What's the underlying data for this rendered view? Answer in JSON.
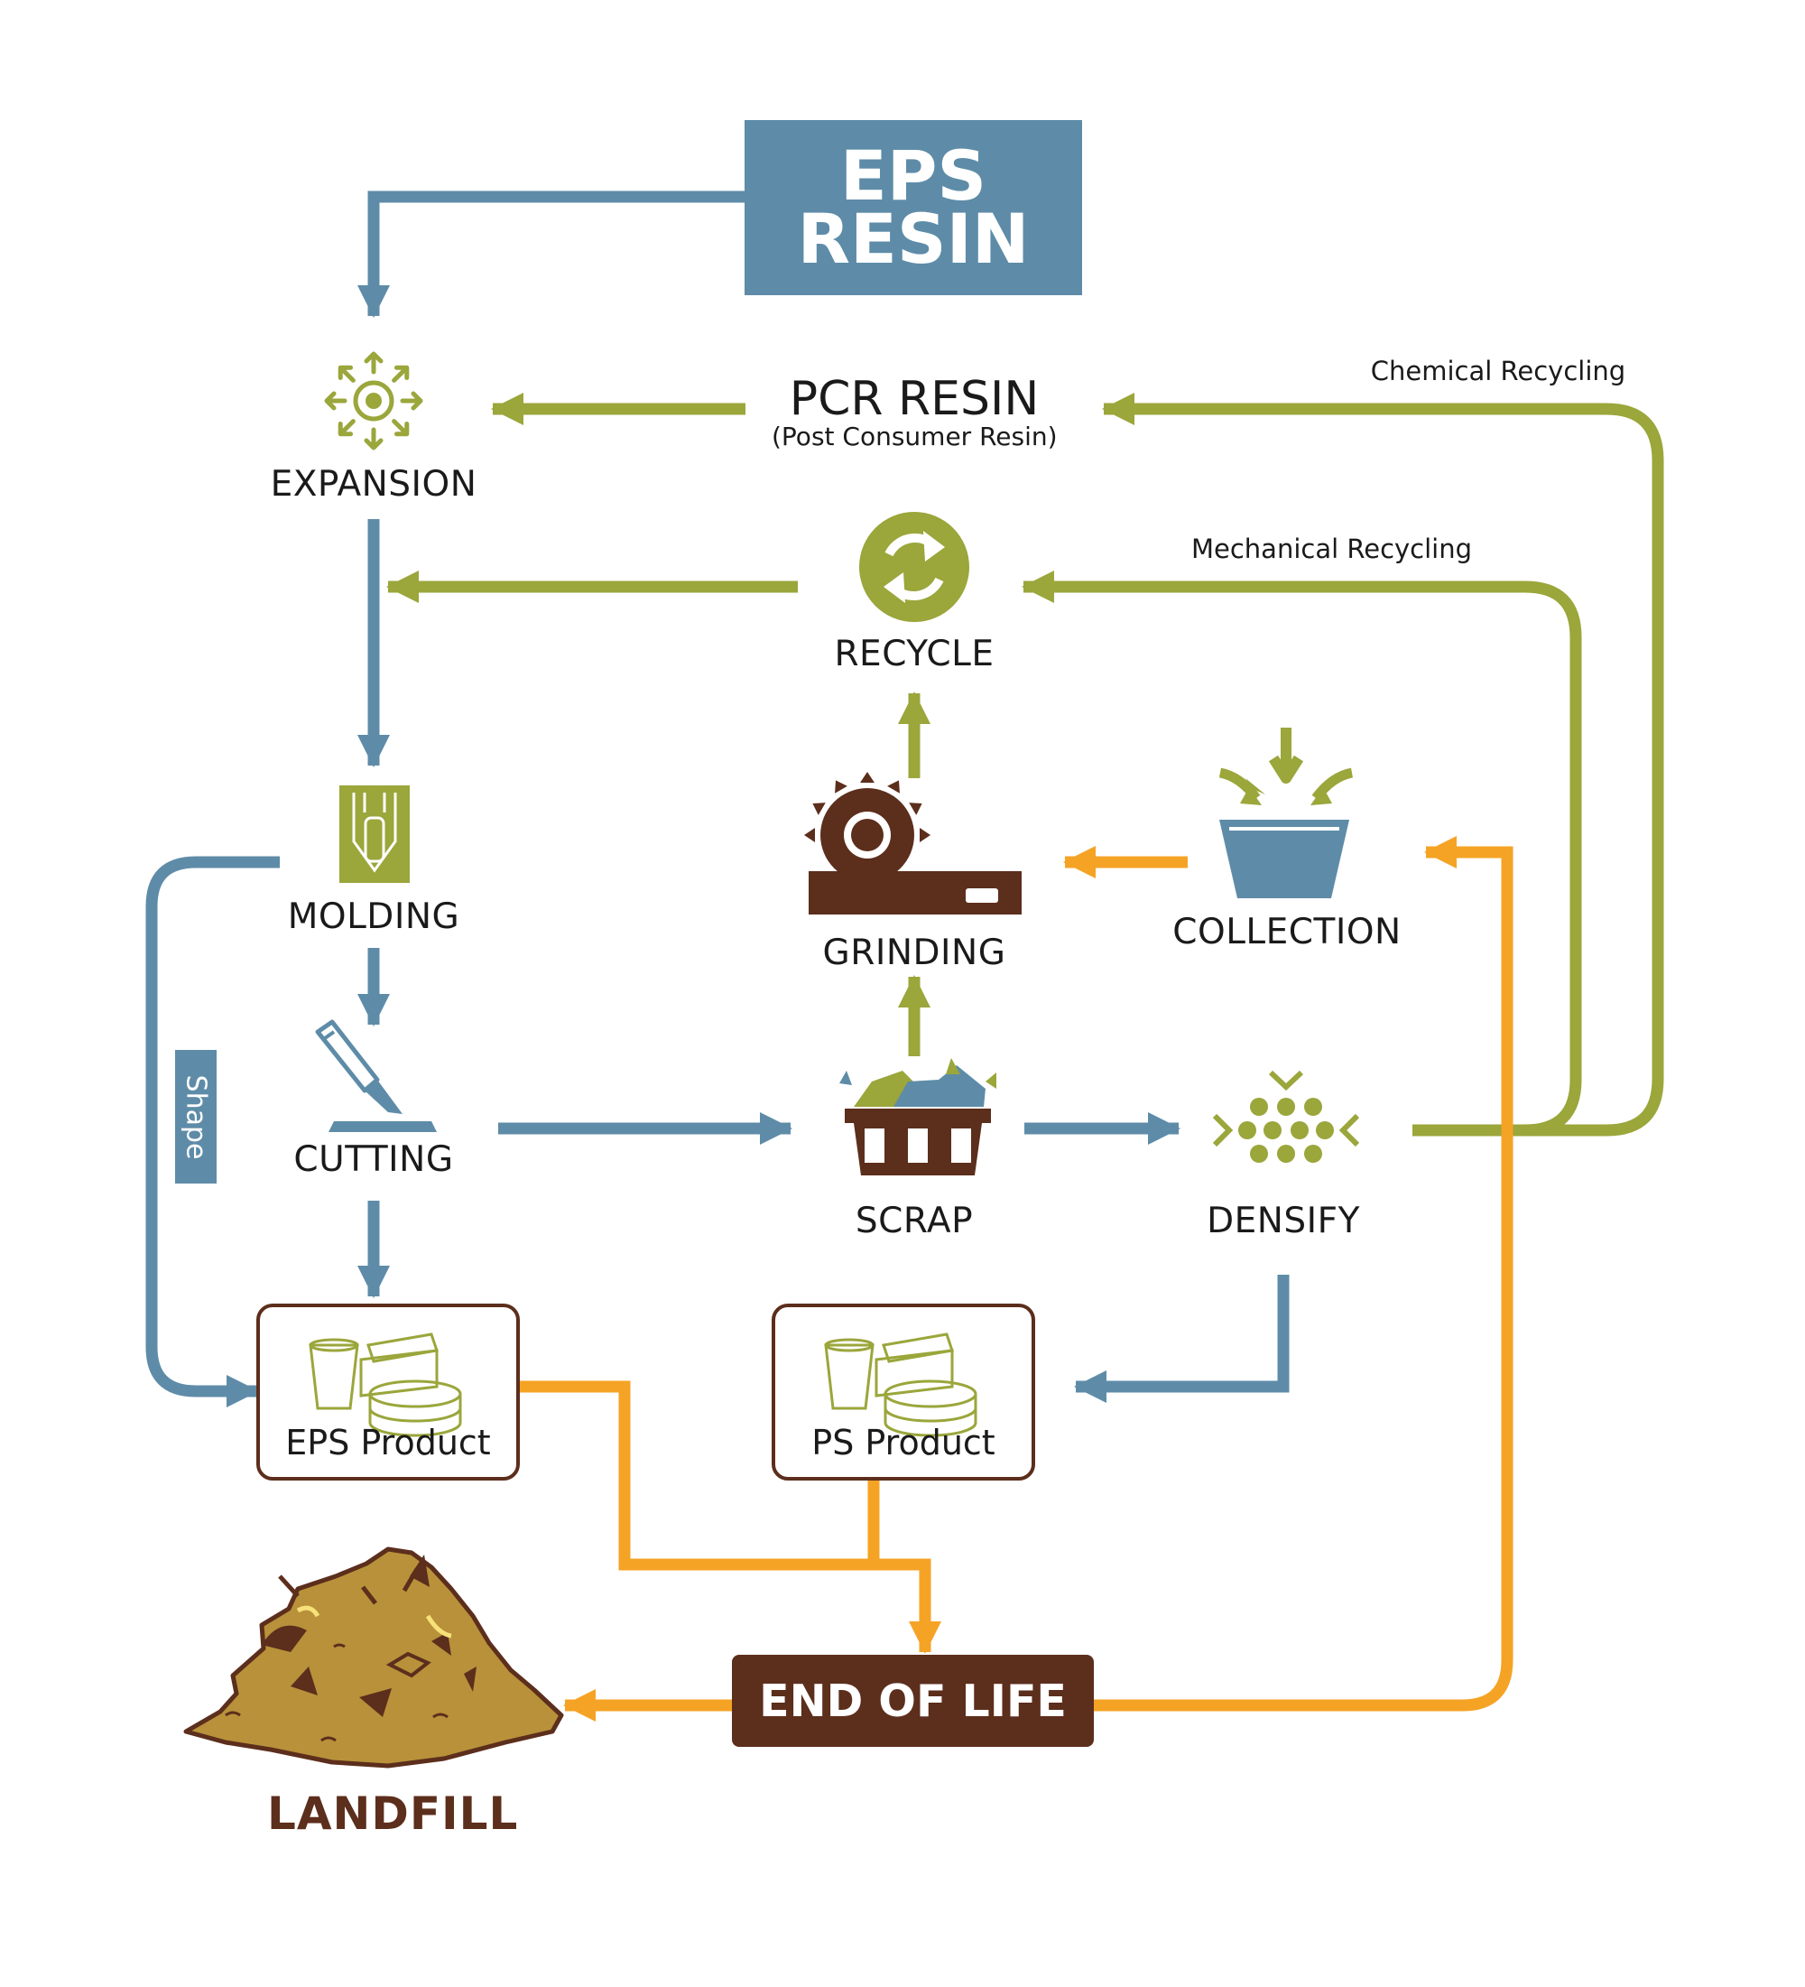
{
  "colors": {
    "blue": "#5e8ca8",
    "green": "#9ba63b",
    "orange": "#f5a325",
    "brown": "#5c2e1c",
    "landfill": "#b8913a"
  },
  "nodes": {
    "eps_resin": {
      "line1": "EPS",
      "line2": "RESIN"
    },
    "pcr_resin": {
      "title": "PCR RESIN",
      "subtitle": "(Post Consumer Resin)"
    },
    "expansion": {
      "label": "EXPANSION",
      "icon": "expansion-icon"
    },
    "recycle": {
      "label": "RECYCLE",
      "icon": "recycle-icon"
    },
    "molding": {
      "label": "MOLDING",
      "icon": "mold-icon"
    },
    "grinding": {
      "label": "GRINDING",
      "icon": "grinder-icon"
    },
    "collection": {
      "label": "COLLECTION",
      "icon": "collection-bin-icon"
    },
    "cutting": {
      "label": "CUTTING",
      "icon": "knife-icon"
    },
    "scrap": {
      "label": "SCRAP",
      "icon": "scrap-bin-icon"
    },
    "densify": {
      "label": "DENSIFY",
      "icon": "densify-icon"
    },
    "eps_product": {
      "label": "EPS Product",
      "icon": "cups-containers-icon"
    },
    "ps_product": {
      "label": "PS Product",
      "icon": "cups-containers-icon"
    },
    "end_of_life": {
      "label": "END OF LIFE"
    },
    "landfill": {
      "label": "LANDFILL",
      "icon": "landfill-pile-icon"
    }
  },
  "edge_labels": {
    "chemical": "Chemical Recycling",
    "mechanical": "Mechanical Recycling",
    "shape": "Shape"
  }
}
